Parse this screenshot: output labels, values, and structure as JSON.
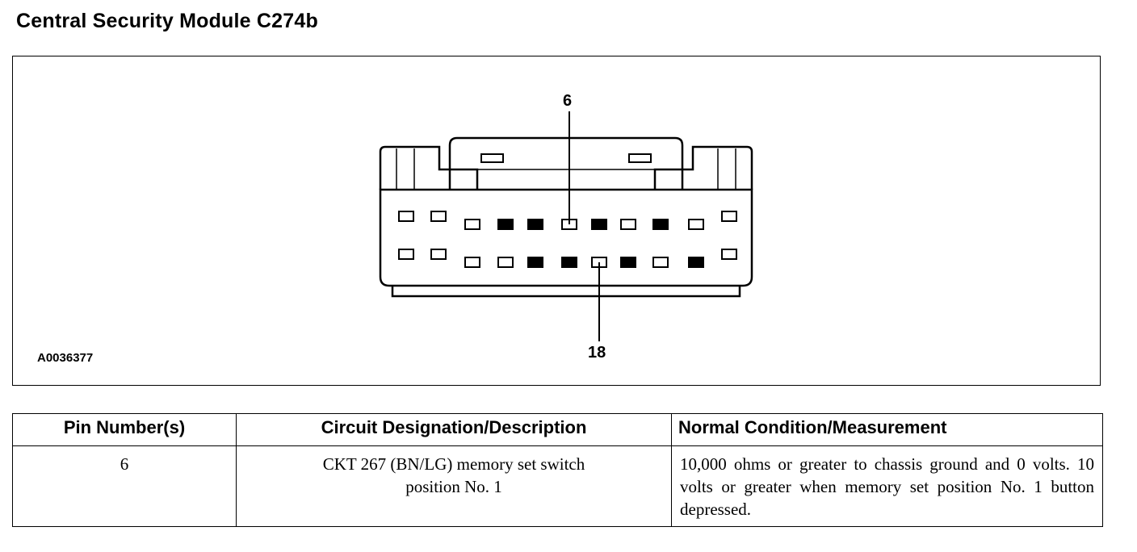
{
  "title": "Central Security Module C274b",
  "figure": {
    "id": "A0036377",
    "callouts": {
      "top": "6",
      "bottom": "18"
    },
    "pins": {
      "top_row": [
        "open",
        "open",
        "open",
        "filled",
        "filled",
        "open",
        "filled",
        "open",
        "filled",
        "open",
        "open"
      ],
      "bottom_row": [
        "open",
        "open",
        "open",
        "open",
        "filled",
        "filled",
        "open",
        "filled",
        "open",
        "filled",
        "open"
      ]
    }
  },
  "table": {
    "headers": [
      "Pin Number(s)",
      "Circuit Designation/Description",
      "Normal Condition/Measurement"
    ],
    "rows": [
      {
        "pin": "6",
        "circuit": "CKT 267 (BN/LG) memory set switch position No. 1",
        "condition": "10,000 ohms or greater to chassis ground and 0 volts. 10 volts or greater when memory set position No. 1 button depressed."
      }
    ]
  }
}
